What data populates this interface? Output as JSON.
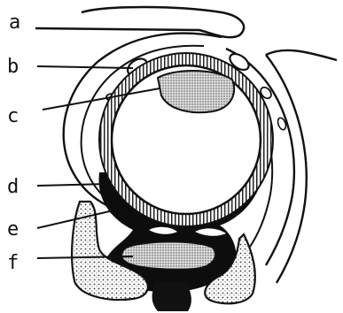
{
  "labels": {
    "a": "a",
    "b": "b",
    "c": "c",
    "d": "d",
    "e": "e",
    "f": "f"
  }
}
